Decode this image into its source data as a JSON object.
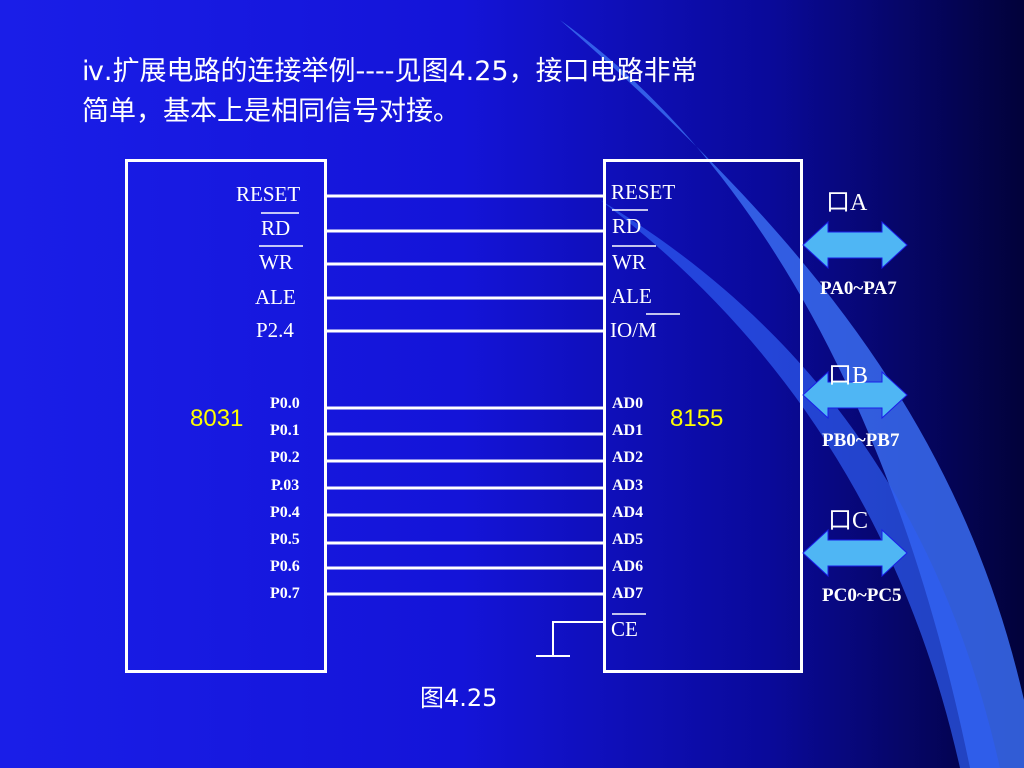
{
  "heading": {
    "line1": "ⅳ.扩展电路的连接举例----见图4.25，接口电路非常",
    "line2": "简单，基本上是相同信号对接。"
  },
  "chip_left": {
    "name": "8031",
    "control_pins": [
      "RESET",
      "RD",
      "WR",
      "ALE",
      "P2.4"
    ],
    "data_pins": [
      "P0.0",
      "P0.1",
      "P0.2",
      "P.03",
      "P0.4",
      "P0.5",
      "P0.6",
      "P0.7"
    ]
  },
  "chip_right": {
    "name": "8155",
    "control_pins": [
      "RESET",
      "RD",
      "WR",
      "ALE",
      "IO/M"
    ],
    "data_pins": [
      "AD0",
      "AD1",
      "AD2",
      "AD3",
      "AD4",
      "AD5",
      "AD6",
      "AD7"
    ],
    "ce_pin": "CE"
  },
  "ports": [
    {
      "label": "口A",
      "range": "PA0~PA7"
    },
    {
      "label": "口B",
      "range": "PB0~PB7"
    },
    {
      "label": "口C",
      "range": "PC0~PC5"
    }
  ],
  "caption": "图4.25",
  "colors": {
    "background": "#1414d8",
    "chip_name": "#ffff00",
    "arrow_fill": "#4fb6f4",
    "swoosh": "#3a6cf0"
  }
}
